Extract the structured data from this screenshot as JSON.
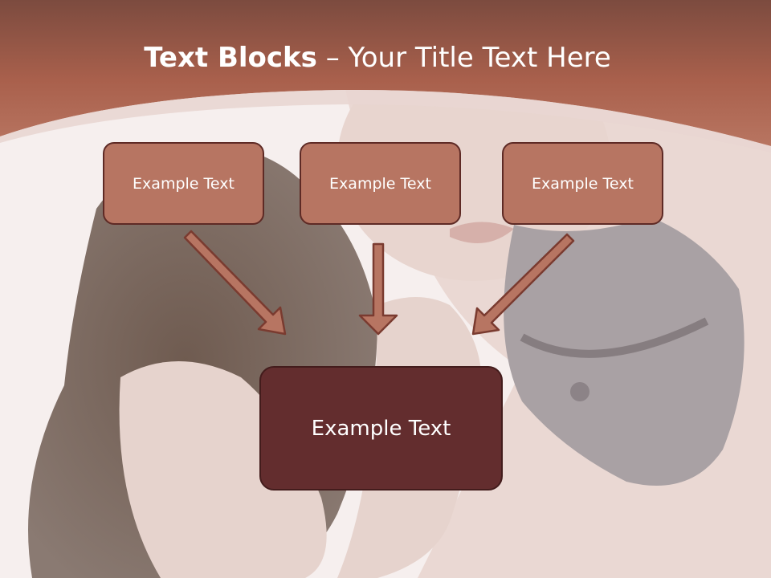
{
  "slide": {
    "title_bold": "Text Blocks",
    "title_rest": " – Your Title Text Here",
    "blocks": [
      "Example Text",
      "Example Text",
      "Example Text"
    ],
    "target": "Example Text"
  },
  "colors": {
    "header": "#a9604c",
    "block_fill": "#b77562",
    "block_border": "#5e2a25",
    "target_fill": "#632d2e",
    "arrow_fill": "#b77562"
  }
}
